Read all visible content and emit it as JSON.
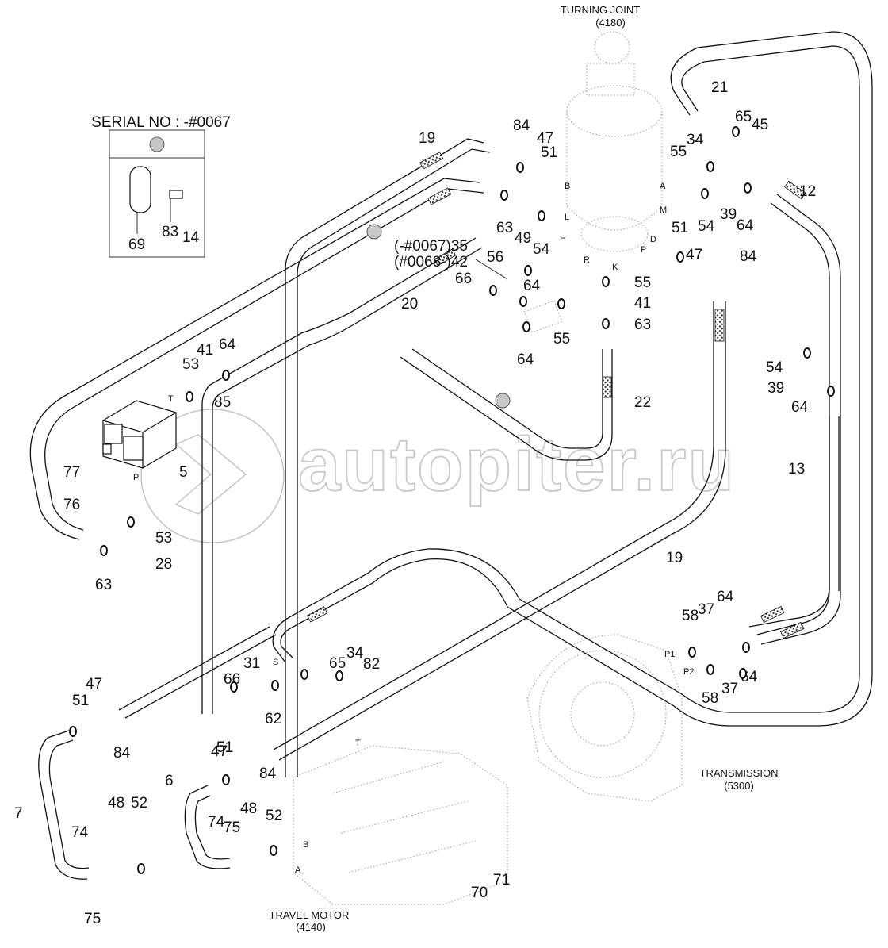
{
  "diagram": {
    "components": {
      "turning_joint": {
        "name": "TURNING JOINT",
        "code": "(4180)"
      },
      "transmission": {
        "name": "TRANSMISSION",
        "code": "(5300)"
      },
      "travel_motor": {
        "name": "TRAVEL MOTOR",
        "code": "(4140)"
      }
    },
    "serial_box": {
      "title": "SERIAL NO : -#0067",
      "parts": [
        "69",
        "83"
      ]
    },
    "variant_note": {
      "line1": "(-#0067)35",
      "line2": "(#0068-)42"
    },
    "watermark": "autopiter.ru",
    "port_labels": [
      "B",
      "A",
      "L",
      "M",
      "H",
      "D",
      "R",
      "P",
      "K",
      "T",
      "P",
      "P1",
      "P2",
      "S",
      "T",
      "B",
      "A"
    ],
    "part_callouts": [
      "21",
      "65",
      "45",
      "34",
      "55",
      "39",
      "64",
      "12",
      "54",
      "51",
      "47",
      "84",
      "55",
      "41",
      "63",
      "54",
      "39",
      "64",
      "22",
      "13",
      "19",
      "84",
      "47",
      "51",
      "63",
      "49",
      "54",
      "56",
      "66",
      "64",
      "55",
      "64",
      "20",
      "14",
      "53",
      "41",
      "64",
      "85",
      "5",
      "77",
      "76",
      "53",
      "28",
      "63",
      "19",
      "58",
      "37",
      "64",
      "58",
      "37",
      "64",
      "65",
      "34",
      "82",
      "31",
      "66",
      "62",
      "47",
      "51",
      "84",
      "7",
      "74",
      "48",
      "52",
      "75",
      "6",
      "47",
      "51",
      "84",
      "74",
      "48",
      "52",
      "75",
      "70",
      "71"
    ]
  }
}
